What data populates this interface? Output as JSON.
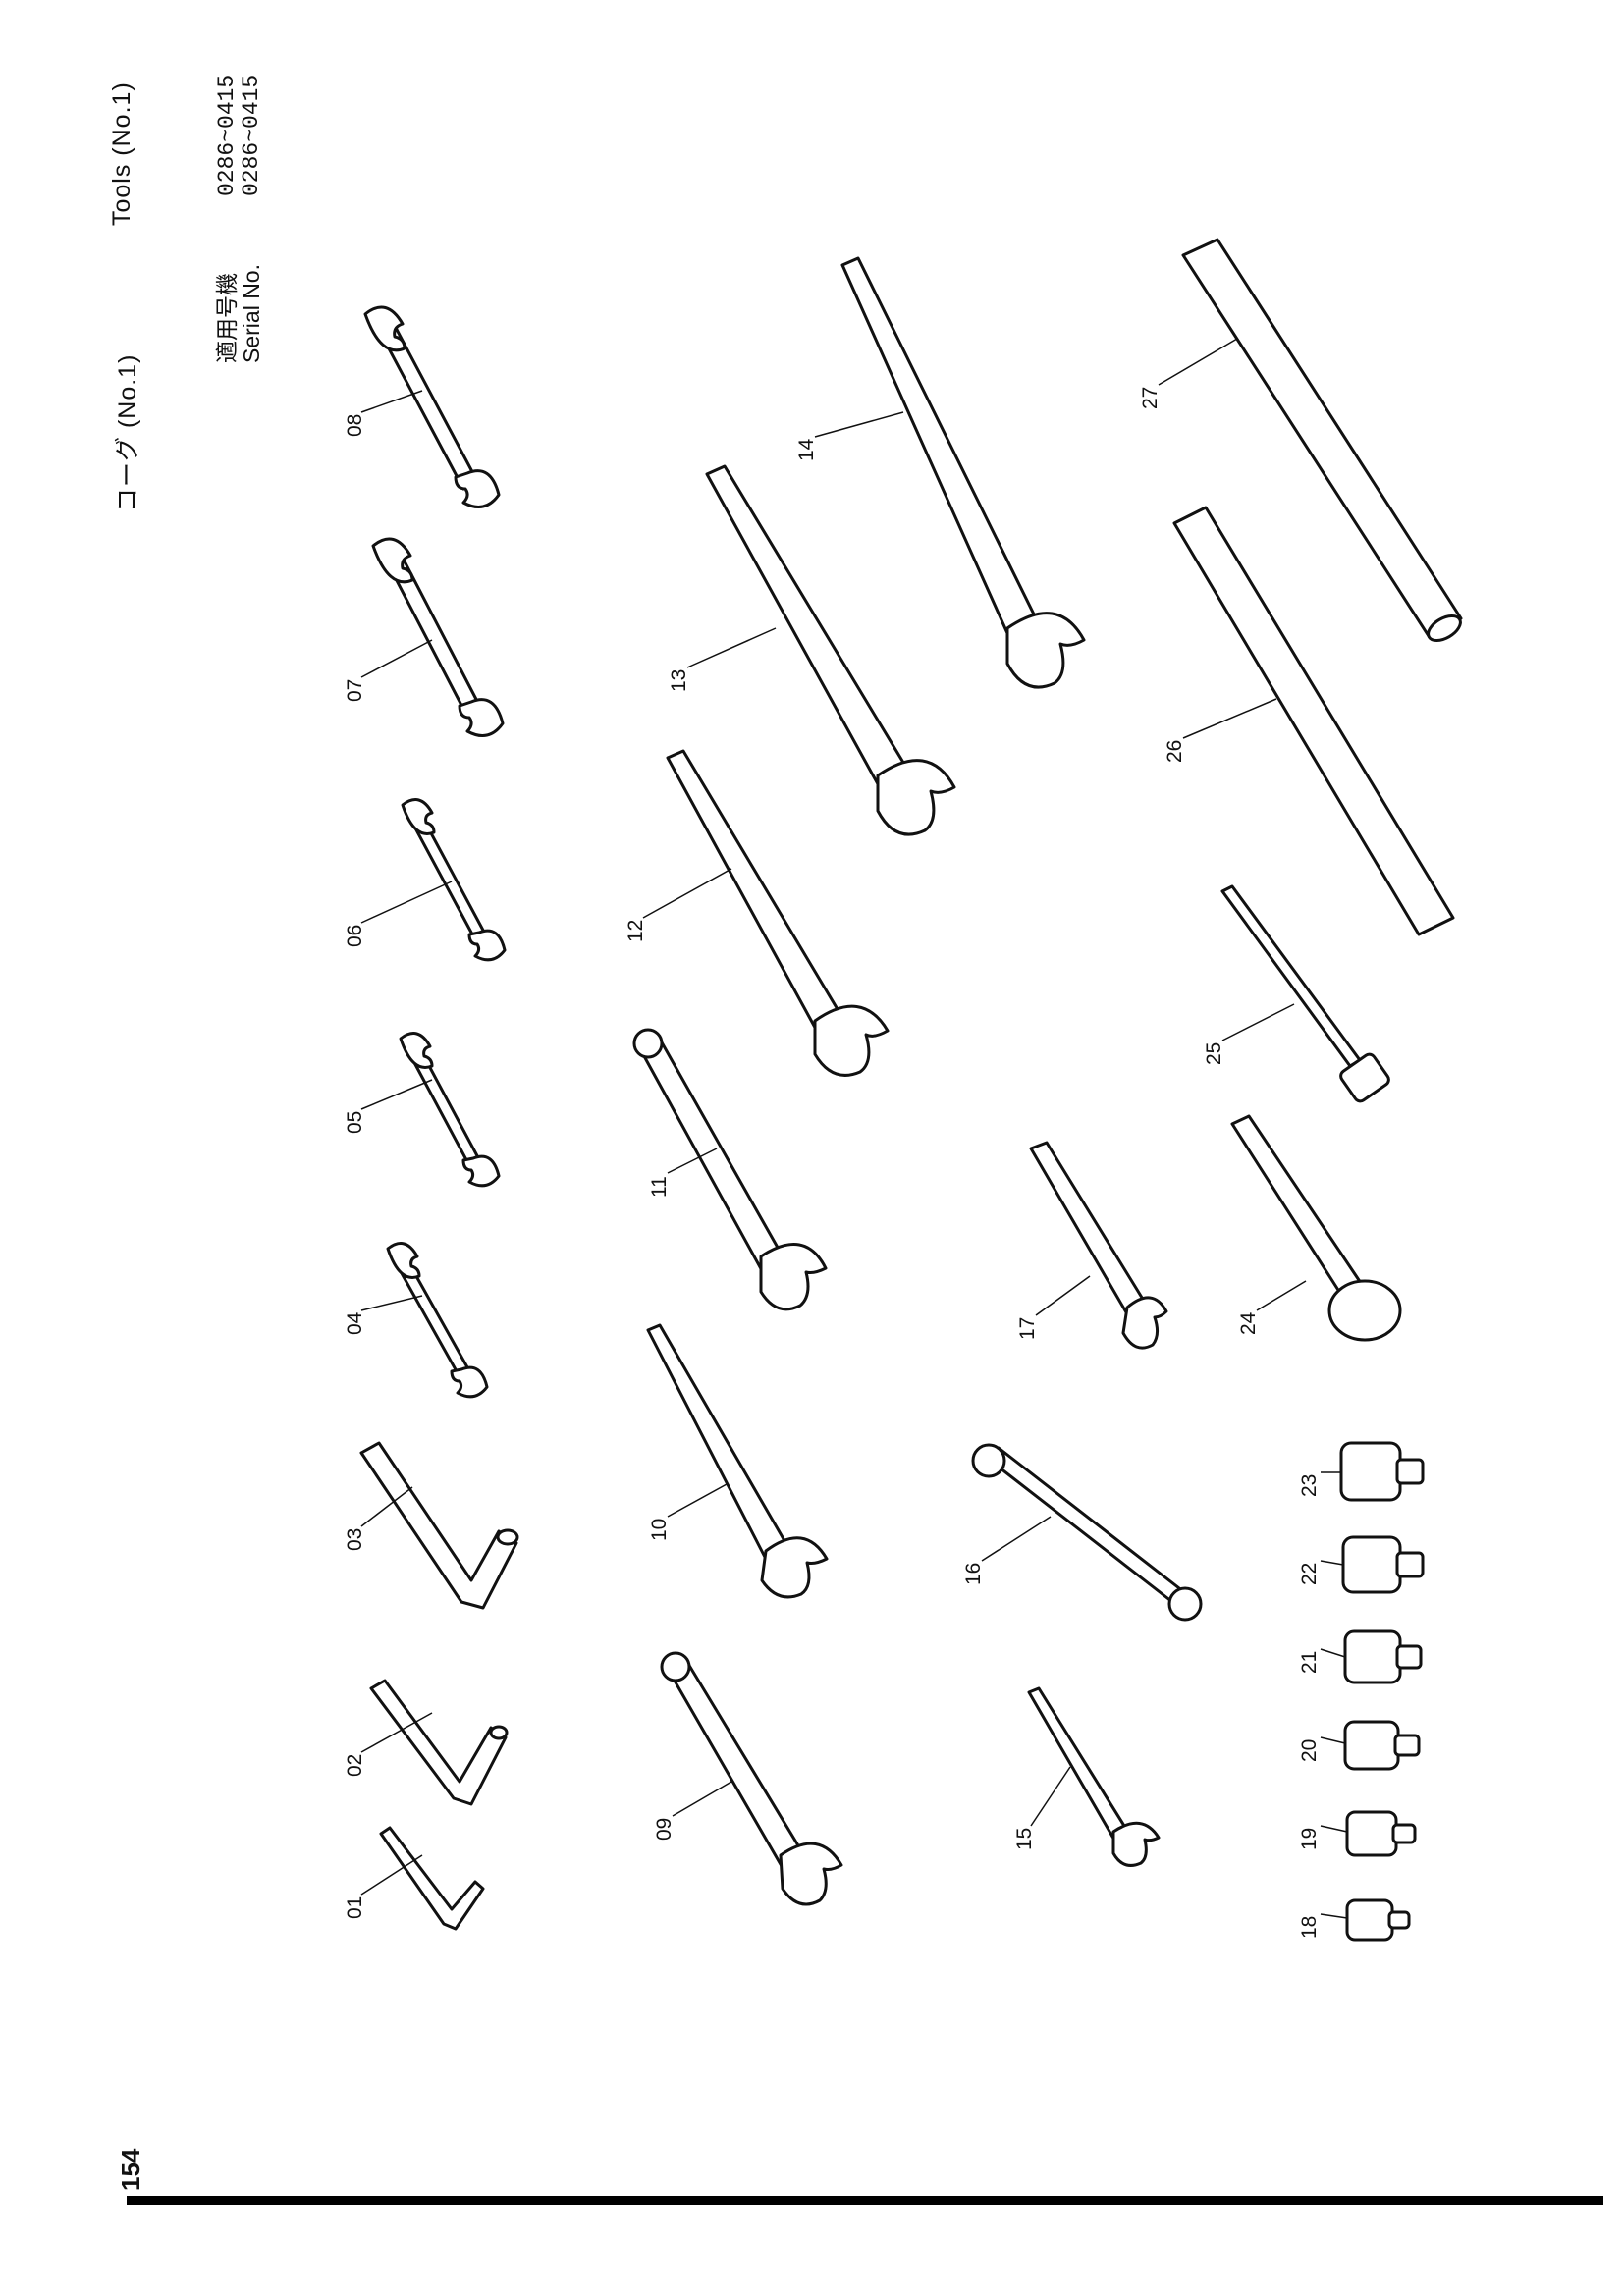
{
  "header": {
    "title_ja": "コーグ (No.1)",
    "title_en": "Tools (No.1)",
    "serial_label_ja": "適用号機",
    "serial_value_ja": "0286~0415",
    "serial_label_en": "Serial No.",
    "serial_value_en": "0286~0415"
  },
  "page_number": "154",
  "callouts": [
    "01",
    "02",
    "03",
    "04",
    "05",
    "06",
    "07",
    "08",
    "09",
    "10",
    "11",
    "12",
    "13",
    "14",
    "15",
    "16",
    "17",
    "18",
    "19",
    "20",
    "21",
    "22",
    "23",
    "24",
    "25",
    "26",
    "27"
  ]
}
